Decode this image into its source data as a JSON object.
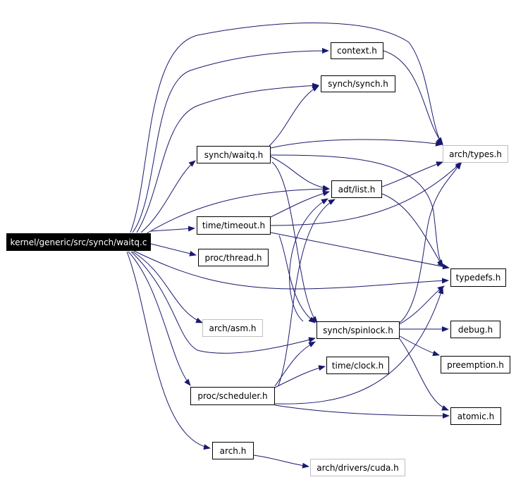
{
  "colors": {
    "edge": "#191970",
    "root_bg": "#000000",
    "root_text": "#ffffff",
    "external_border": "#bfbfbf"
  },
  "nodes": {
    "root": "kernel/generic/src/synch/waitq.c",
    "context": "context.h",
    "synch_synch": "synch/synch.h",
    "synch_waitq": "synch/waitq.h",
    "arch_types": "arch/types.h",
    "adt_list": "adt/list.h",
    "time_timeout": "time/timeout.h",
    "proc_thread": "proc/thread.h",
    "typedefs": "typedefs.h",
    "arch_asm": "arch/asm.h",
    "synch_spinlock": "synch/spinlock.h",
    "debug": "debug.h",
    "time_clock": "time/clock.h",
    "preemption": "preemption.h",
    "proc_scheduler": "proc/scheduler.h",
    "atomic": "atomic.h",
    "arch": "arch.h",
    "arch_drivers_cuda": "arch/drivers/cuda.h"
  }
}
